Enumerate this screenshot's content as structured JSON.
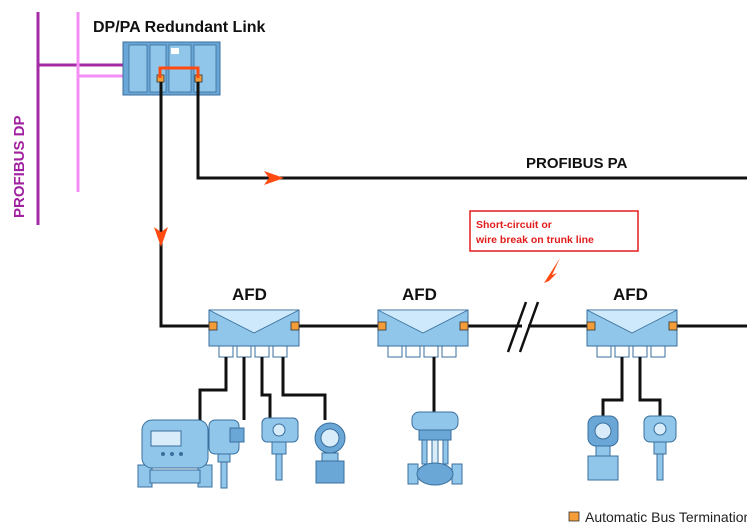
{
  "title": "DP/PA Redundant Link",
  "profibus_dp_label": "PROFIBUS DP",
  "profibus_pa_label": "PROFIBUS PA",
  "afd_labels": [
    "AFD",
    "AFD",
    "AFD"
  ],
  "fault_annotation": {
    "line1": "Short-circuit or",
    "line2": "wire break on trunk line"
  },
  "legend": {
    "text": "Automatic Bus Termination",
    "color": "#f39c38"
  },
  "colors": {
    "dp_bus": "#a52aa5",
    "dp_bus_light": "#f38ff3",
    "trunk": "#111111",
    "arrow": "#ff4a12",
    "afd_body": "#8fc6ea",
    "afd_top": "#cde9fb",
    "fault": "#e21b1b"
  }
}
